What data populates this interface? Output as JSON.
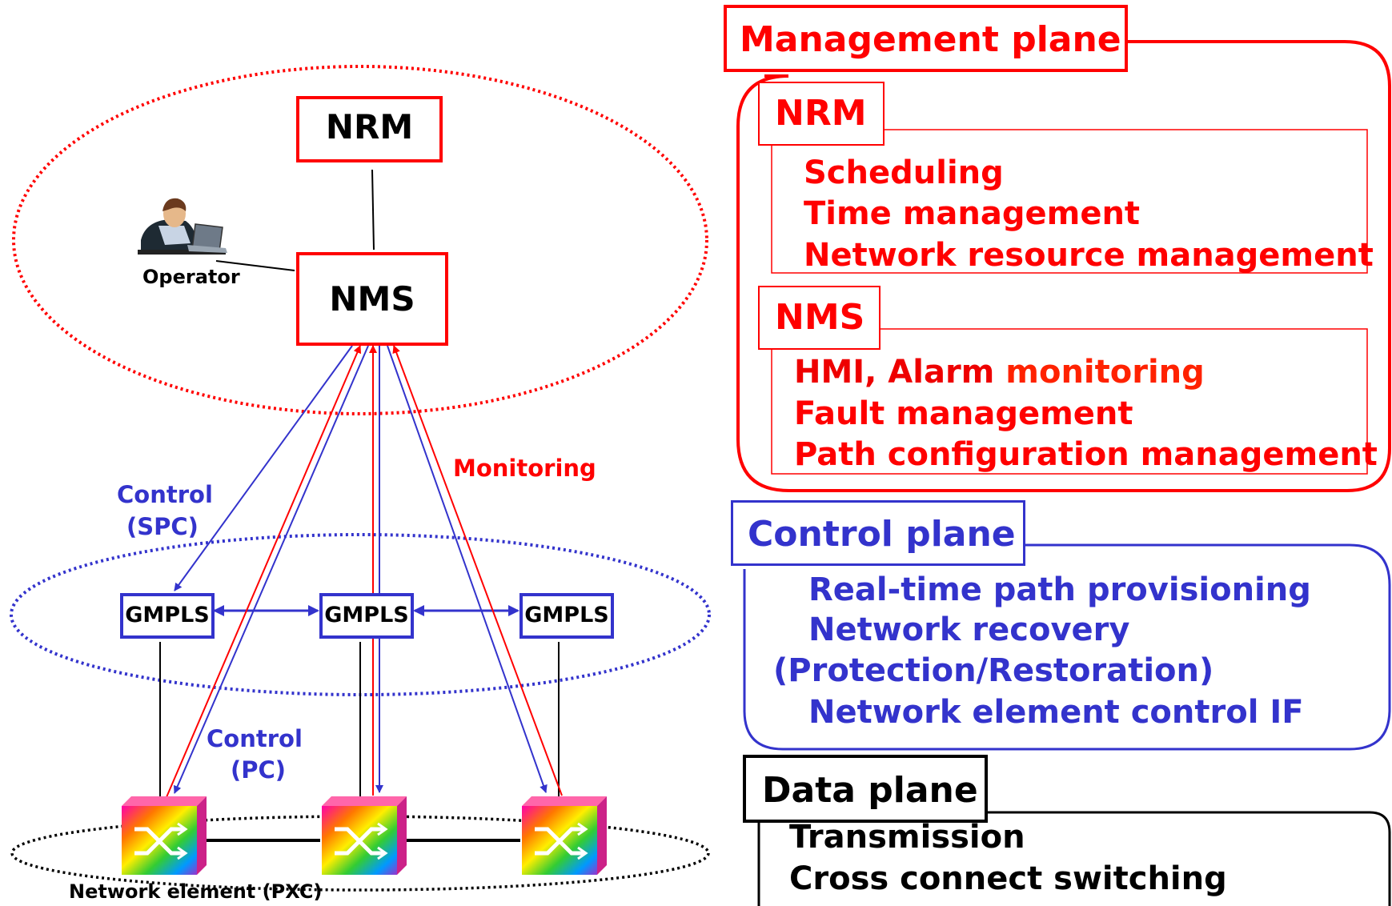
{
  "left": {
    "nrm": "NRM",
    "nms": "NMS",
    "operator": "Operator",
    "gmpls": [
      "GMPLS",
      "GMPLS",
      "GMPLS"
    ],
    "control_spc": [
      "Control",
      "(SPC)"
    ],
    "control_pc": [
      "Control",
      "(PC)"
    ],
    "monitoring": "Monitoring",
    "network_element": "Network element (PXC)"
  },
  "management": {
    "title": "Management plane",
    "nrm_title": "NRM",
    "nrm_items": [
      "Scheduling",
      "Time management",
      "Network resource management"
    ],
    "nms_title": "NMS",
    "nms_item1_part_a": "HMI, Alarm",
    "nms_item1_part_b": " monitoring",
    "nms_items": [
      "Fault management",
      "Path configuration management"
    ]
  },
  "control": {
    "title": "Control plane",
    "items": [
      "Real-time path provisioning",
      "Network recovery",
      "(Protection/Restoration)",
      "Network element control IF"
    ]
  },
  "data": {
    "title": "Data plane",
    "items": [
      "Transmission",
      "Cross connect switching"
    ]
  },
  "colors": {
    "management": "#ff0000",
    "control": "#3333cc",
    "data": "#000000"
  },
  "icons": [
    "operator-at-laptop-icon",
    "optical-cross-connect-icon"
  ]
}
